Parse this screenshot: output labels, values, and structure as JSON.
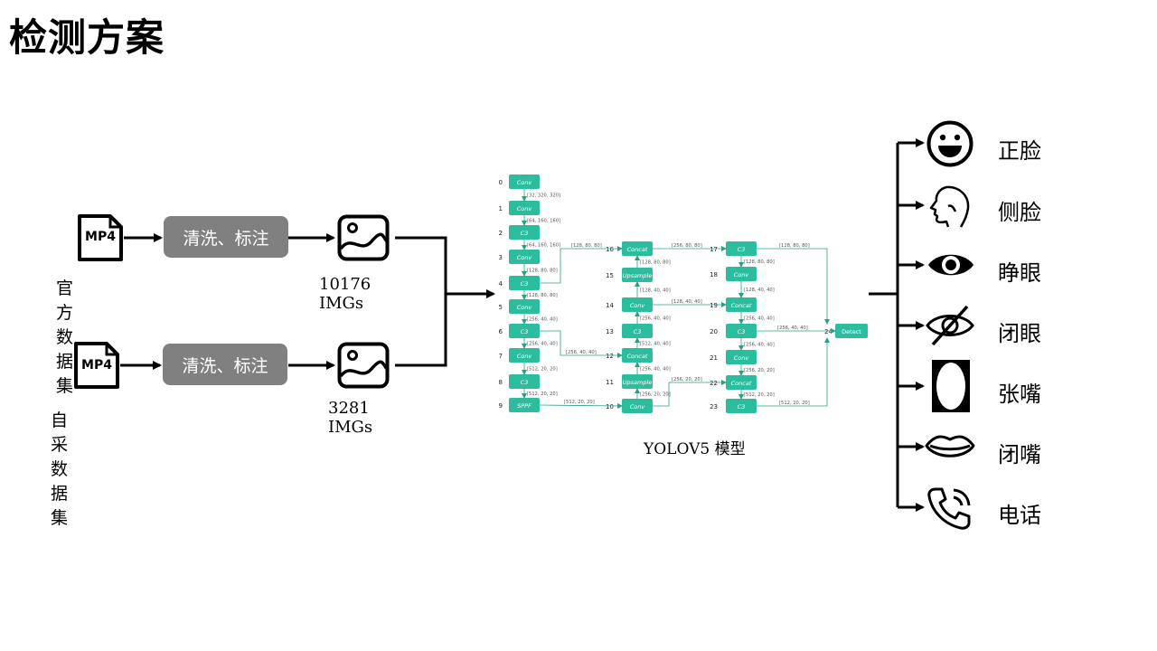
{
  "title": "检测方案",
  "inputs": [
    {
      "file_type": "MP4",
      "source_label": "官方数据集",
      "process_label": "清洗、标注",
      "count_label": "10176 IMGs"
    },
    {
      "file_type": "MP4",
      "source_label": "自采数据集",
      "process_label": "清洗、标注",
      "count_label": "3281 IMGs"
    }
  ],
  "model": {
    "caption": "YOLOV5 模型",
    "color": "#2bbd9e",
    "backbone": [
      {
        "idx": "0",
        "label": "Conv",
        "shape_below": "[32, 320, 320]"
      },
      {
        "idx": "1",
        "label": "Conv",
        "shape_below": "[64, 160, 160]"
      },
      {
        "idx": "2",
        "label": "C3",
        "shape_below": "[64, 160, 160]"
      },
      {
        "idx": "3",
        "label": "Conv",
        "shape_below": "[128, 80, 80]"
      },
      {
        "idx": "4",
        "label": "C3",
        "shape_below": "[128, 80, 80]"
      },
      {
        "idx": "5",
        "label": "Conv",
        "shape_below": "[256, 40, 40]"
      },
      {
        "idx": "6",
        "label": "C3",
        "shape_below": "[256, 40, 40]"
      },
      {
        "idx": "7",
        "label": "Conv",
        "shape_below": "[512, 20, 20]"
      },
      {
        "idx": "8",
        "label": "C3",
        "shape_below": "[512, 20, 20]"
      },
      {
        "idx": "9",
        "label": "SPPF",
        "shape_below": ""
      }
    ],
    "neck": [
      {
        "idx": "16",
        "label": "Concat",
        "shape_below": "[128, 80, 80]"
      },
      {
        "idx": "15",
        "label": "Upsample",
        "shape_below": "[128, 40, 40]"
      },
      {
        "idx": "14",
        "label": "Conv",
        "shape_below": "[256, 40, 40]"
      },
      {
        "idx": "13",
        "label": "C3",
        "shape_below": "[512, 40, 40]"
      },
      {
        "idx": "12",
        "label": "Concat",
        "shape_below": "[256, 40, 40]"
      },
      {
        "idx": "11",
        "label": "Upsample",
        "shape_below": "[256, 20, 20]"
      },
      {
        "idx": "10",
        "label": "Conv",
        "shape_below": ""
      }
    ],
    "head": [
      {
        "idx": "17",
        "label": "C3",
        "shape_below": "[128, 80, 80]"
      },
      {
        "idx": "18",
        "label": "Conv",
        "shape_below": "[128, 40, 40]"
      },
      {
        "idx": "19",
        "label": "Concat",
        "shape_below": "[256, 40, 40]"
      },
      {
        "idx": "20",
        "label": "C3",
        "shape_below": "[256, 40, 40]"
      },
      {
        "idx": "21",
        "label": "Conv",
        "shape_below": "[256, 20, 20]"
      },
      {
        "idx": "22",
        "label": "Concat",
        "shape_below": "[512, 20, 20]"
      },
      {
        "idx": "23",
        "label": "C3",
        "shape_below": ""
      }
    ],
    "detect": {
      "idx": "24",
      "label": "Detect"
    },
    "edge_labels": {
      "e4_16": "[128, 80, 80]",
      "e6_12": "[256, 40, 40]",
      "e9_10": "[512, 20, 20]",
      "e16_17": "[256, 80, 80]",
      "e14_19": "[128, 40, 40]",
      "e10_22": "[256, 20, 20]",
      "e17_24": "[128, 80, 80]",
      "e20_24": "[256, 40, 40]",
      "e23_24": "[512, 20, 20]"
    }
  },
  "classes": [
    {
      "label": "正脸",
      "icon": "smiling-face-icon"
    },
    {
      "label": "侧脸",
      "icon": "face-profile-icon"
    },
    {
      "label": "睁眼",
      "icon": "open-eye-icon"
    },
    {
      "label": "闭眼",
      "icon": "eye-slash-icon"
    },
    {
      "label": "张嘴",
      "icon": "open-mouth-icon"
    },
    {
      "label": "闭嘴",
      "icon": "closed-lips-icon"
    },
    {
      "label": "电话",
      "icon": "phone-call-icon"
    }
  ]
}
